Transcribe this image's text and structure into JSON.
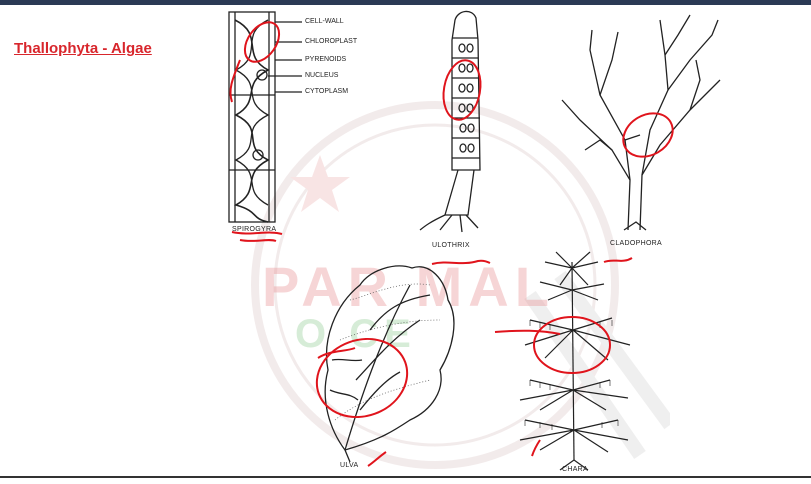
{
  "slide": {
    "title": "Thallophyta  - Algae"
  },
  "spirogyra": {
    "labels": [
      "CELL-WALL",
      "CHLOROPLAST",
      "PYRENOIDS",
      "NUCLEUS",
      "CYTOPLASM"
    ],
    "caption": "SPIROGYRA"
  },
  "captions": {
    "ulothrix": "ULOTHRIX",
    "cladophora": "CLADOPHORA",
    "ulva": "ULVA",
    "chara": "CHARA"
  },
  "watermark": {
    "line1": "PAR  MAL",
    "line2": "O  CE"
  },
  "colors": {
    "title": "#d8262c",
    "annotation": "#e0141c",
    "ink": "#222222"
  }
}
